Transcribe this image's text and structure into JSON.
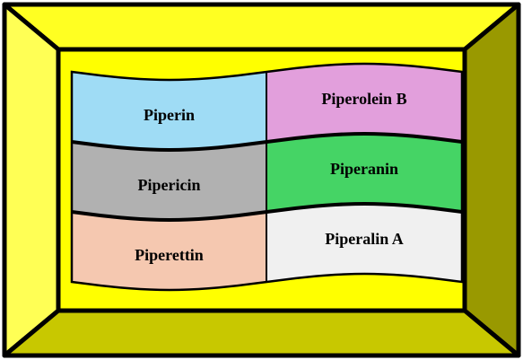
{
  "frame": {
    "colors": {
      "outer_border": "#000000",
      "bevel_top": "#ffff22",
      "bevel_left": "#ffff55",
      "bevel_right": "#999900",
      "bevel_bottom": "#c8c800",
      "inner_field": "#ffff00"
    }
  },
  "grid": {
    "cells": [
      {
        "label": "Piperin",
        "color": "#9fdcf5"
      },
      {
        "label": "Piperolein B",
        "color": "#e29fdc"
      },
      {
        "label": "Pipericin",
        "color": "#b1b1b1"
      },
      {
        "label": "Piperanin",
        "color": "#45d465"
      },
      {
        "label": "Piperettin",
        "color": "#f5c8b0"
      },
      {
        "label": "Piperalin A",
        "color": "#f0f0f0"
      }
    ]
  }
}
